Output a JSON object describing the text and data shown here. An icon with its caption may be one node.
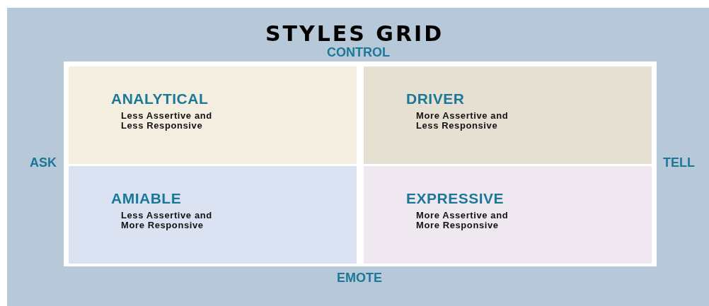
{
  "diagram": {
    "title": "STYLES GRID",
    "nodes": [
      {
        "text": [
          "ANALYTICAL",
          "Less Assertive and Less Responsive"
        ]
      },
      {
        "text": [
          "DRIVER",
          "More Assertive and Less Responsive"
        ]
      },
      {
        "text": [
          "AMIABLE",
          "Less Assertive and More Responsive"
        ]
      },
      {
        "text": [
          "EXPRESSIVE",
          "More Assertive and More Responsive"
        ]
      }
    ],
    "labels": [
      "CONTROL",
      "ASK",
      "TELL",
      "EMOTE"
    ]
  }
}
